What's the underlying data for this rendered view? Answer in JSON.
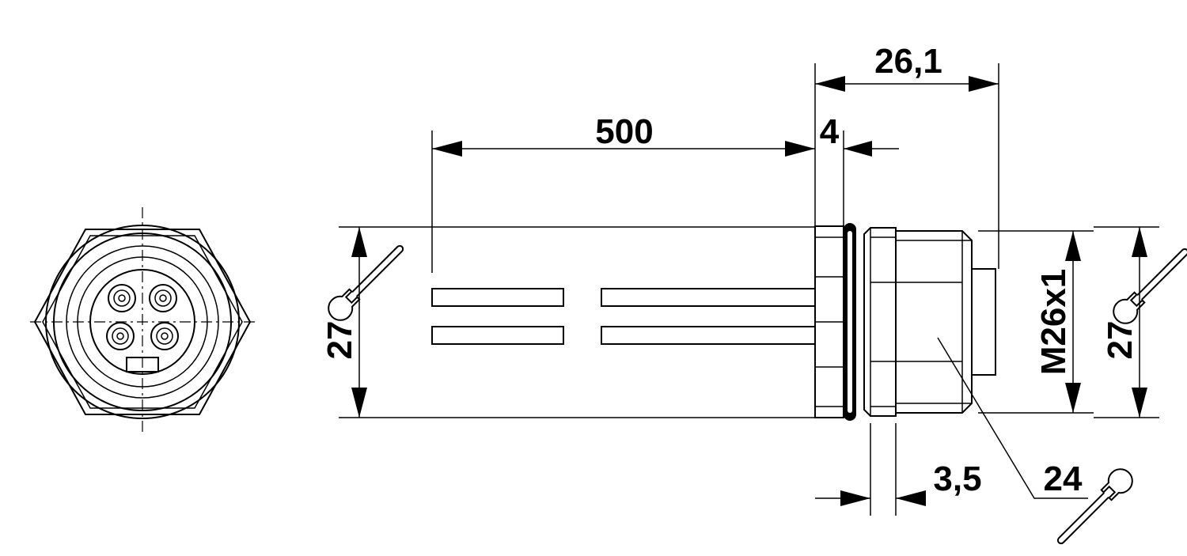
{
  "dimensions": {
    "cable_length": "500",
    "nut_thickness": "4",
    "overall_length": "26,1",
    "flange_thickness": "3,5",
    "height_left": "27",
    "height_right": "27",
    "thread": "M26x1",
    "wrench_size": "24"
  },
  "icons": [
    "wrench-icon",
    "wrench-icon",
    "wrench-icon"
  ]
}
